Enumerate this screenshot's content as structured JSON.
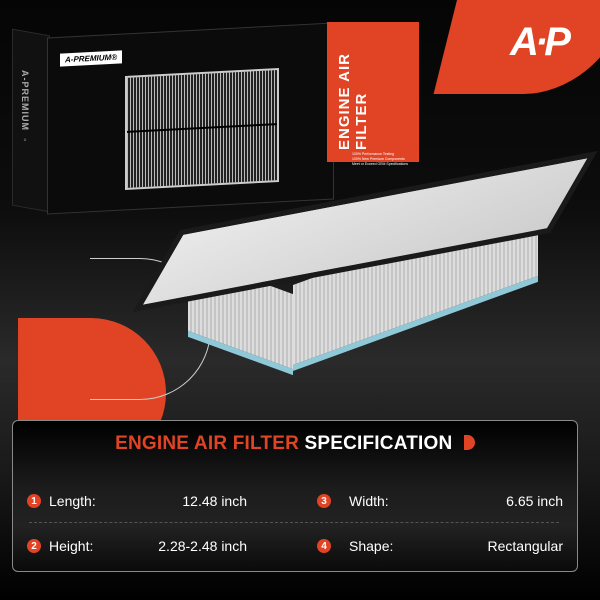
{
  "brand": {
    "logo_mark": "A·P",
    "label": "A-PREMIUM®",
    "side_text": "A-PREMIUM ◦",
    "accent_color": "#e04424"
  },
  "box": {
    "panel_title": "ENGINE AIR FILTER",
    "bullets": [
      "100% Performance Testing",
      "100% New Premium Components",
      "Meet or Exceed OEM Specifications"
    ]
  },
  "spec": {
    "title_accent": "ENGINE AIR FILTER",
    "title_rest": "SPECIFICATION",
    "items": [
      {
        "num": "1",
        "label": "Length:",
        "value": "12.48 inch"
      },
      {
        "num": "2",
        "label": "Height:",
        "value": "2.28-2.48 inch"
      },
      {
        "num": "3",
        "label": "Width:",
        "value": "6.65 inch"
      },
      {
        "num": "4",
        "label": "Shape:",
        "value": "Rectangular"
      }
    ]
  }
}
